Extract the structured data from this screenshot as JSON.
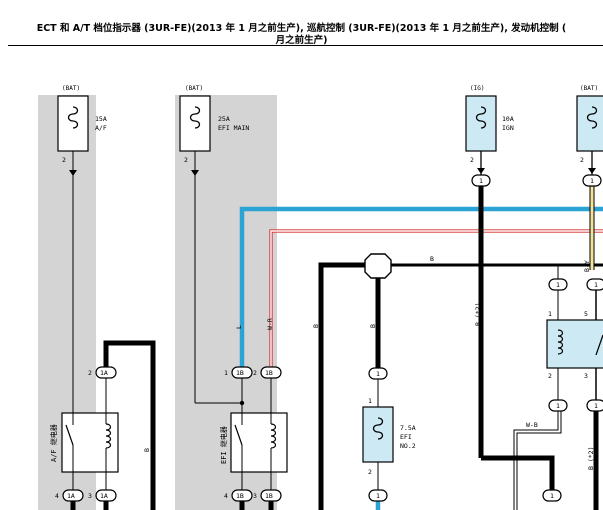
{
  "header": {
    "title_line1": "ECT 和 A/T 档位指示器 (3UR-FE)(2013 年 1 月之前生产), 巡航控制 (3UR-FE)(2013 年 1 月之前生产), 发动机控制 (",
    "title_line2": "月之前生产)"
  },
  "sources": {
    "bat": "(BAT)",
    "ig": "(IG)"
  },
  "fuses": {
    "af": {
      "amp": "15A",
      "name": "A/F",
      "pin": "2"
    },
    "efi_main": {
      "amp": "25A",
      "name": "EFI MAIN",
      "pin": "2"
    },
    "ign": {
      "amp": "10A",
      "name": "IGN",
      "pin": "2"
    },
    "bat_right": {
      "pin": "2"
    },
    "efi_no2": {
      "amp": "7.5A",
      "name": "EFI",
      "name2": "NO.2",
      "pin_top": "1",
      "pin_bottom": "2"
    }
  },
  "relays": {
    "af": {
      "name": "A/F 继电器"
    },
    "efi": {
      "name": "EFI 继电器"
    }
  },
  "wire_colors": {
    "l": "L",
    "w_r": "W-R",
    "b": "B",
    "b_y": "B-Y",
    "w_b": "W-B",
    "b_star2": "B (*2)"
  },
  "connectors": {
    "c1a": "1A",
    "c1b": "1B",
    "c1": "1",
    "pin1": "1",
    "pin2": "2",
    "pin3": "3",
    "pin4": "4",
    "pin5": "5"
  },
  "colors": {
    "blue": "#2ba3d5",
    "yellow": "#f5e39a",
    "red": "#d22b2b",
    "gray": "#d4d4d4",
    "component": "#cde9f4"
  }
}
